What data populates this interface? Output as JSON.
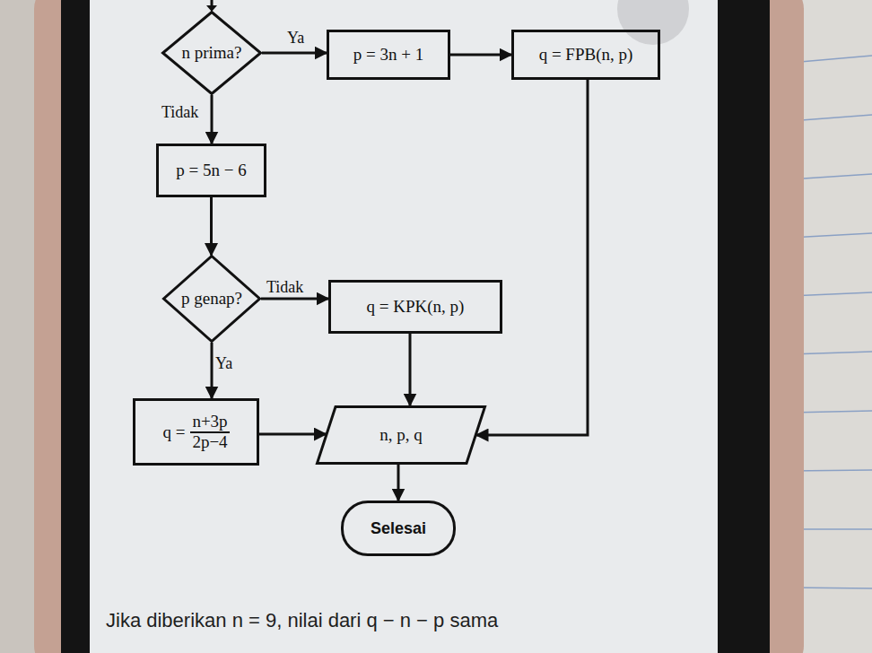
{
  "diagram": {
    "nodes": [
      {
        "text": [
          "n prima?"
        ]
      },
      {
        "text": [
          "p = 3n + 1"
        ]
      },
      {
        "text": [
          "q = FPB(n, p)"
        ]
      },
      {
        "text": [
          "p = 5n − 6"
        ]
      },
      {
        "text": [
          "p genap?"
        ]
      },
      {
        "text": [
          "q = KPK(n, p)"
        ]
      },
      {
        "text": [
          "q =",
          "n+3p",
          "2p−4"
        ]
      },
      {
        "text": [
          "n, p, q"
        ]
      },
      {
        "text": [
          "Selesai"
        ]
      }
    ],
    "edges": [
      {
        "from": 0,
        "to": 1,
        "arrow": "to",
        "label": "Ya"
      },
      {
        "from": 1,
        "to": 2,
        "arrow": "to"
      },
      {
        "from": 2,
        "to": 7,
        "arrow": "to"
      },
      {
        "from": 0,
        "to": 3,
        "arrow": "to",
        "label": "Tidak"
      },
      {
        "from": 3,
        "to": 4,
        "arrow": "to"
      },
      {
        "from": 4,
        "to": 5,
        "arrow": "to",
        "label": "Tidak"
      },
      {
        "from": 4,
        "to": 6,
        "arrow": "to",
        "label": "Ya"
      },
      {
        "from": 5,
        "to": 7,
        "arrow": "to"
      },
      {
        "from": 6,
        "to": 7,
        "arrow": "to"
      },
      {
        "from": 7,
        "to": 8,
        "arrow": "to"
      }
    ],
    "labels": [
      "Jika diberikan n = 9, nilai dari q − n − p sama"
    ]
  }
}
